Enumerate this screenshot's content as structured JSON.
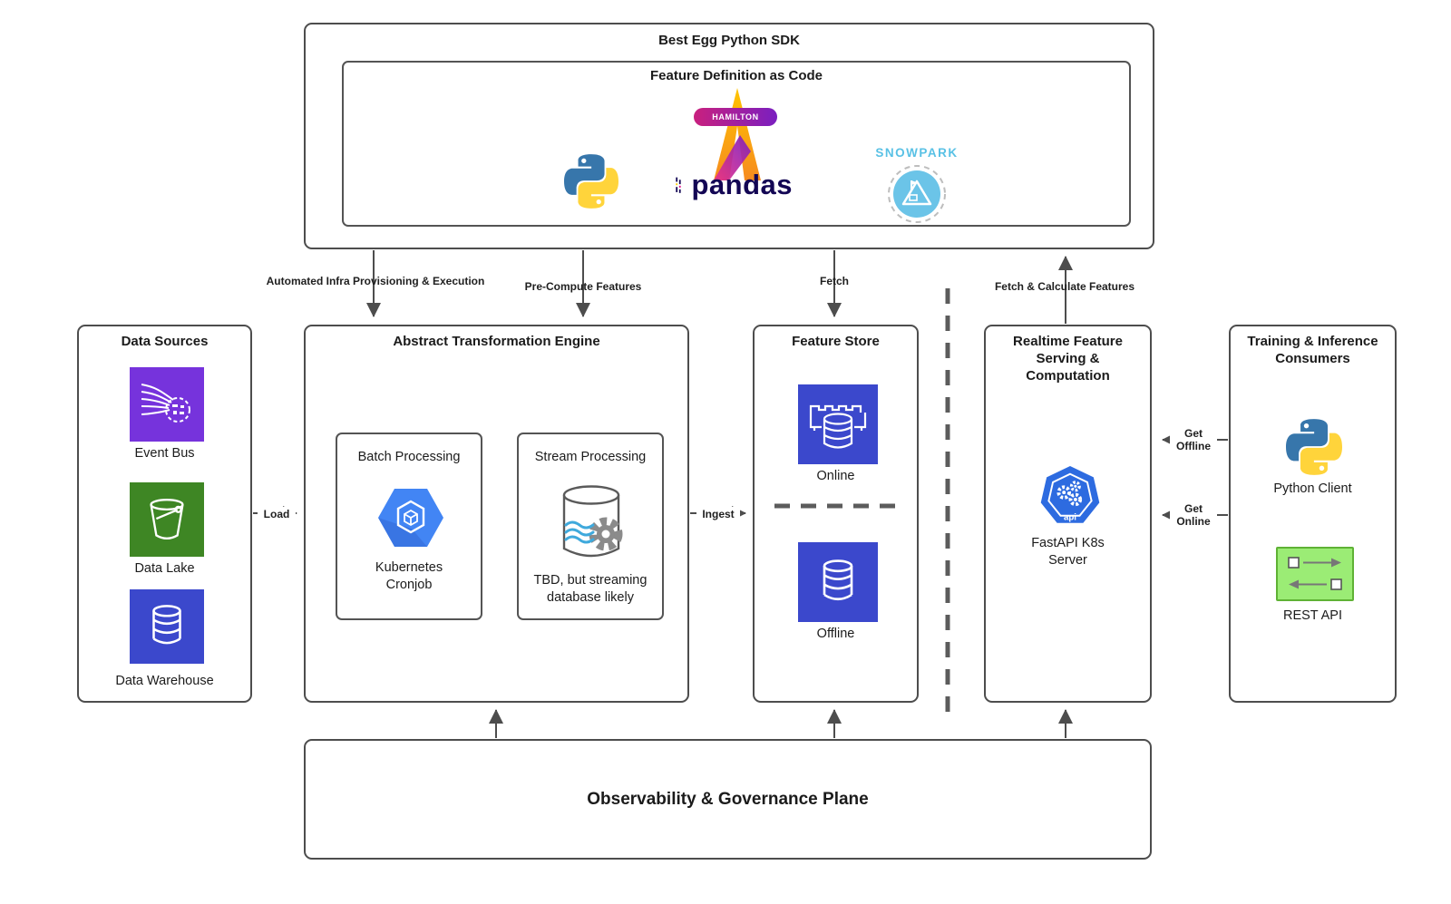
{
  "sdk": {
    "title": "Best Egg Python SDK",
    "fdc_title": "Feature Definition as Code",
    "hamilton": "HAMILTON",
    "pandas": "pandas",
    "snowpark": "SNOWPARK"
  },
  "flows": {
    "automated": "Automated Infra Provisioning & Execution",
    "precompute": "Pre-Compute Features",
    "fetch": "Fetch",
    "fetch_calc": "Fetch & Calculate Features",
    "load": "Load",
    "ingest": "Ingest",
    "get_offline": "Get Offline",
    "get_online": "Get Online"
  },
  "data_sources": {
    "title": "Data Sources",
    "items": [
      {
        "label": "Event Bus"
      },
      {
        "label": "Data Lake"
      },
      {
        "label": "Data Warehouse"
      }
    ]
  },
  "engine": {
    "title": "Abstract Transformation Engine",
    "batch": {
      "title": "Batch Processing",
      "label": "Kubernetes Cronjob"
    },
    "stream": {
      "title": "Stream Processing",
      "label": "TBD, but streaming database likely"
    }
  },
  "feature_store": {
    "title": "Feature Store",
    "online_label": "Online",
    "offline_label": "Offline"
  },
  "realtime": {
    "title": "Realtime Feature Serving & Computation",
    "label": "FastAPI K8s Server",
    "api_badge": "api"
  },
  "consumers": {
    "title": "Training & Inference Consumers",
    "python_label": "Python Client",
    "rest_label": "REST API"
  },
  "observability": {
    "title": "Observability & Governance Plane"
  },
  "colors": {
    "box_border": "#4d4d4d",
    "event_bus_purple": "#7633DC",
    "data_lake_green": "#3E8624",
    "database_blue": "#3B48CC",
    "gke_blue": "#4285F4",
    "k8s_api_blue": "#2D6BE0",
    "rest_green": "#9BEC75",
    "snowpark_blue": "#59C1E5",
    "pandas_navy": "#130654",
    "python_blue": "#3776AB",
    "python_yellow": "#FFD43B",
    "dashed_divider_gray": "#5c5c5c"
  }
}
